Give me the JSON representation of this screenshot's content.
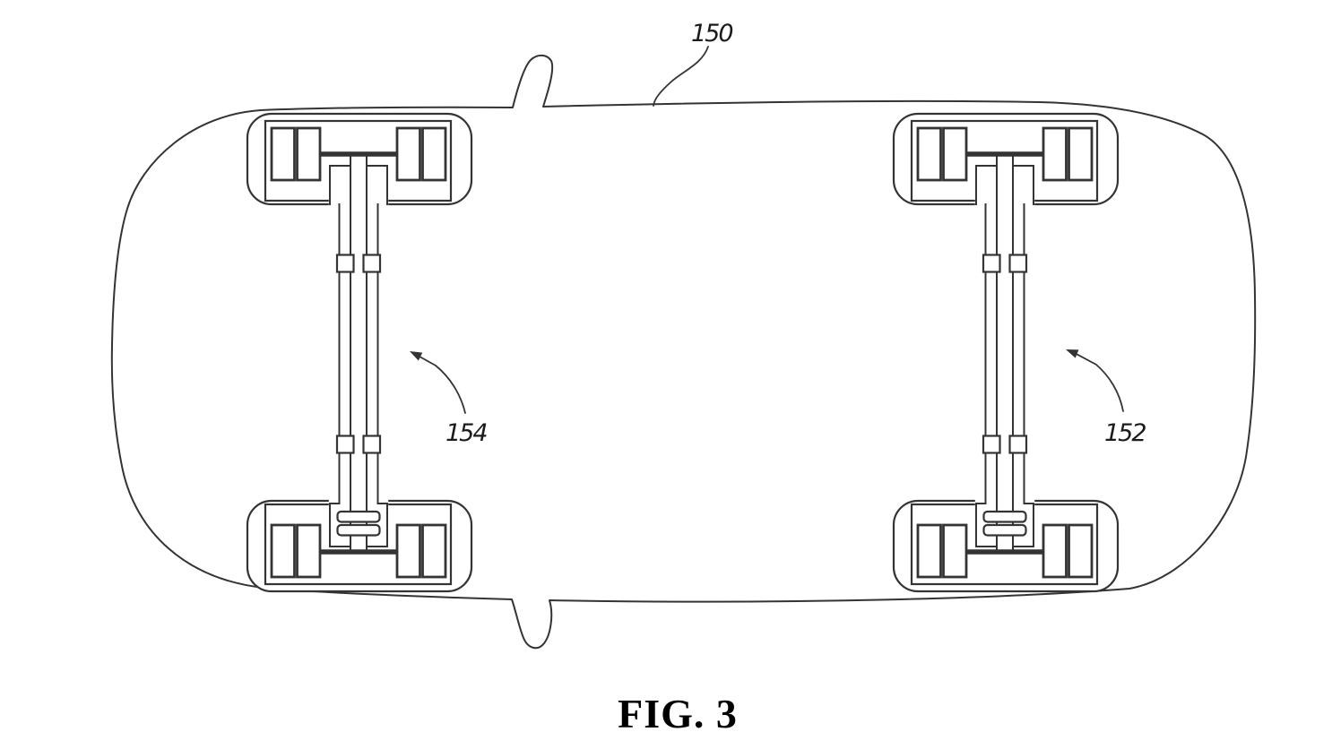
{
  "figure": {
    "caption": "FIG. 3",
    "labels": {
      "vehicle": "150",
      "right_drive_unit": "152",
      "left_drive_unit": "154"
    }
  },
  "colors": {
    "line": "#343434",
    "text": "#1b1b1b",
    "background": "#ffffff"
  }
}
